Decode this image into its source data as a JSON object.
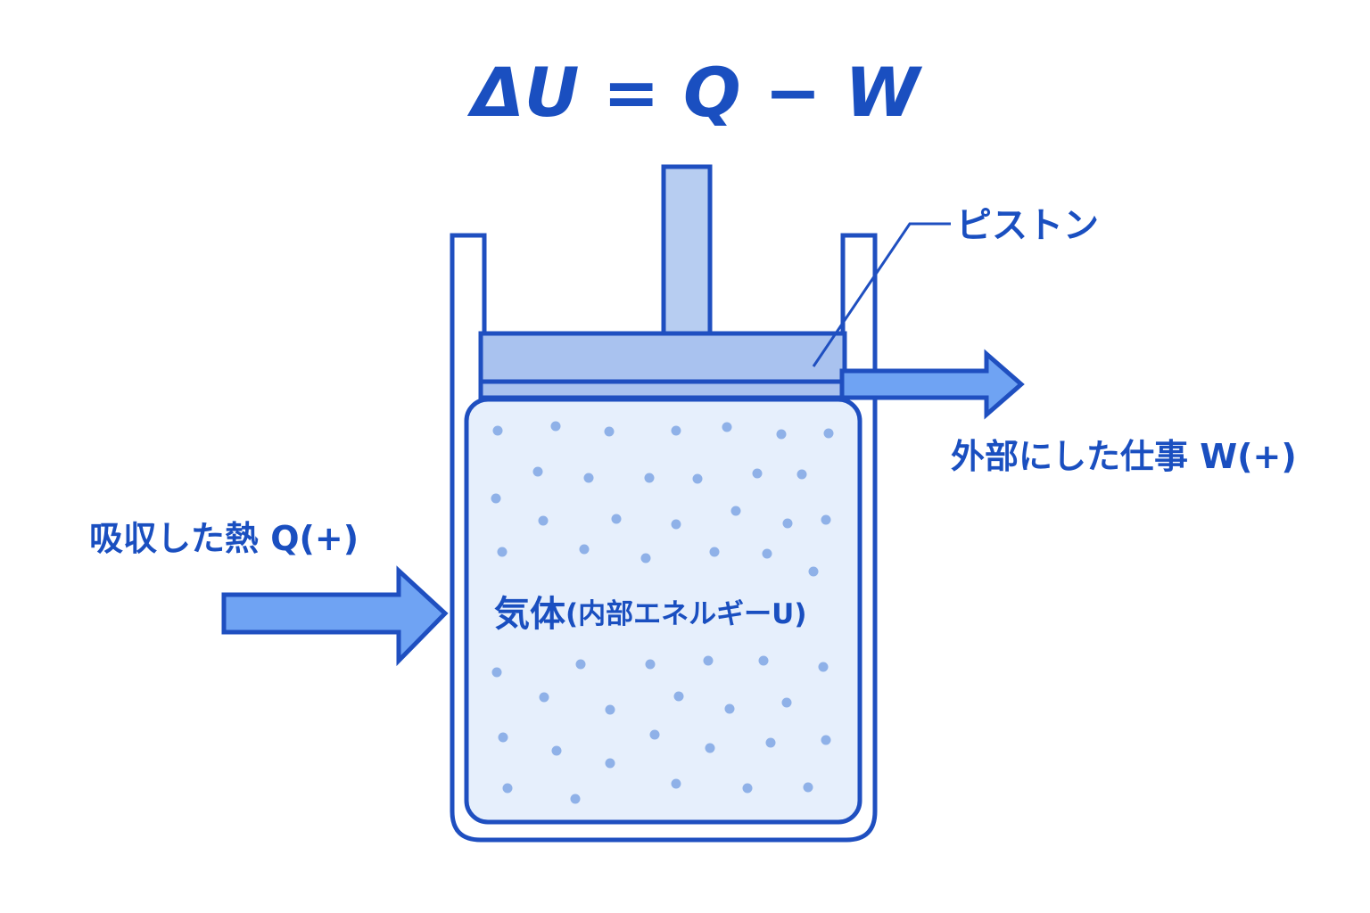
{
  "equation": "ΔU = Q − W",
  "piston_label": "ピストン",
  "work_label": "外部にした仕事 W(+)",
  "heat_label": "吸収した熱 Q(+)",
  "gas_label_main": "気体",
  "gas_label_sub": "(内部エネルギーU)",
  "colors": {
    "stroke": "#1f4fc0",
    "text": "#1a4fc0",
    "gas_fill": "#e6effc",
    "piston_fill": "#a9c2ef",
    "rod_fill": "#b7cdf1",
    "arrow_fill": "#6fa3f3",
    "dot": "#8fb1e8",
    "wall_fill": "#ffffff"
  }
}
